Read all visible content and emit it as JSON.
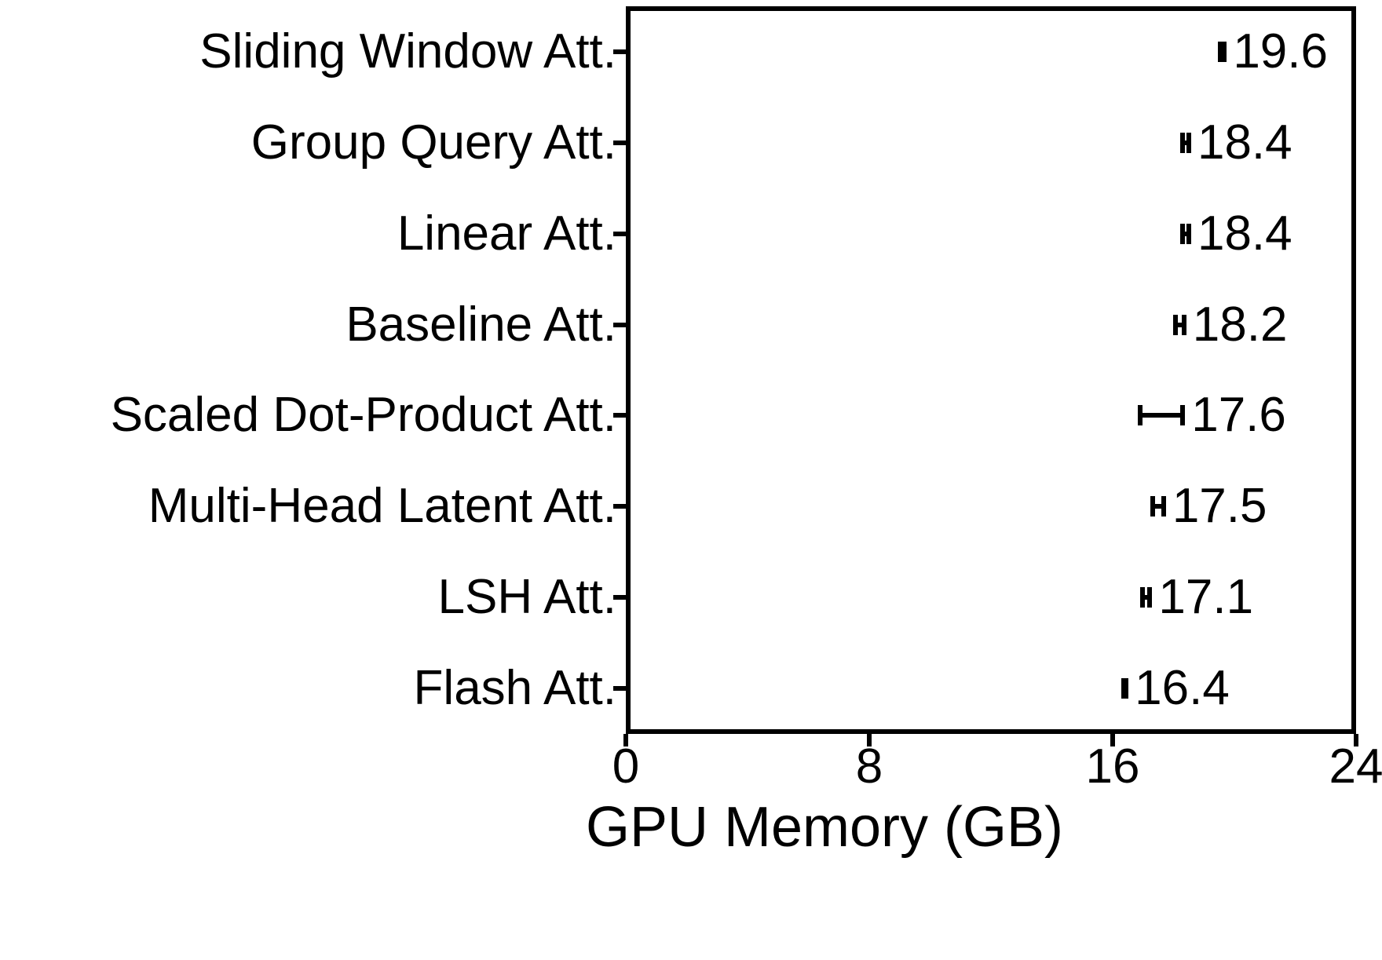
{
  "chart_data": {
    "type": "bar",
    "orientation": "horizontal",
    "title": "",
    "xlabel": "GPU Memory (GB)",
    "ylabel": "",
    "xlim": [
      0,
      24
    ],
    "xticks": [
      0,
      8,
      16,
      24
    ],
    "xtick_labels": [
      "0",
      "8",
      "16",
      "24"
    ],
    "grid": false,
    "legend": false,
    "bar_color": "#82cde9",
    "error_color": "#000000",
    "categories": [
      "Sliding Window Att.",
      "Group Query Att.",
      "Linear Att.",
      "Baseline Att.",
      "Scaled Dot-Product Att.",
      "Multi-Head Latent Att.",
      "LSH Att.",
      "Flash Att."
    ],
    "values": [
      19.6,
      18.4,
      18.4,
      18.2,
      17.6,
      17.5,
      17.1,
      16.4
    ],
    "errors": [
      0.15,
      0.18,
      0.18,
      0.22,
      0.78,
      0.25,
      0.2,
      0.12
    ],
    "value_labels": [
      "19.6",
      "18.4",
      "18.4",
      "18.2",
      "17.6",
      "17.5",
      "17.1",
      "16.4"
    ]
  },
  "axis": {
    "x_title": "GPU Memory (GB)",
    "tick_labels": [
      "0",
      "8",
      "16",
      "24"
    ]
  }
}
